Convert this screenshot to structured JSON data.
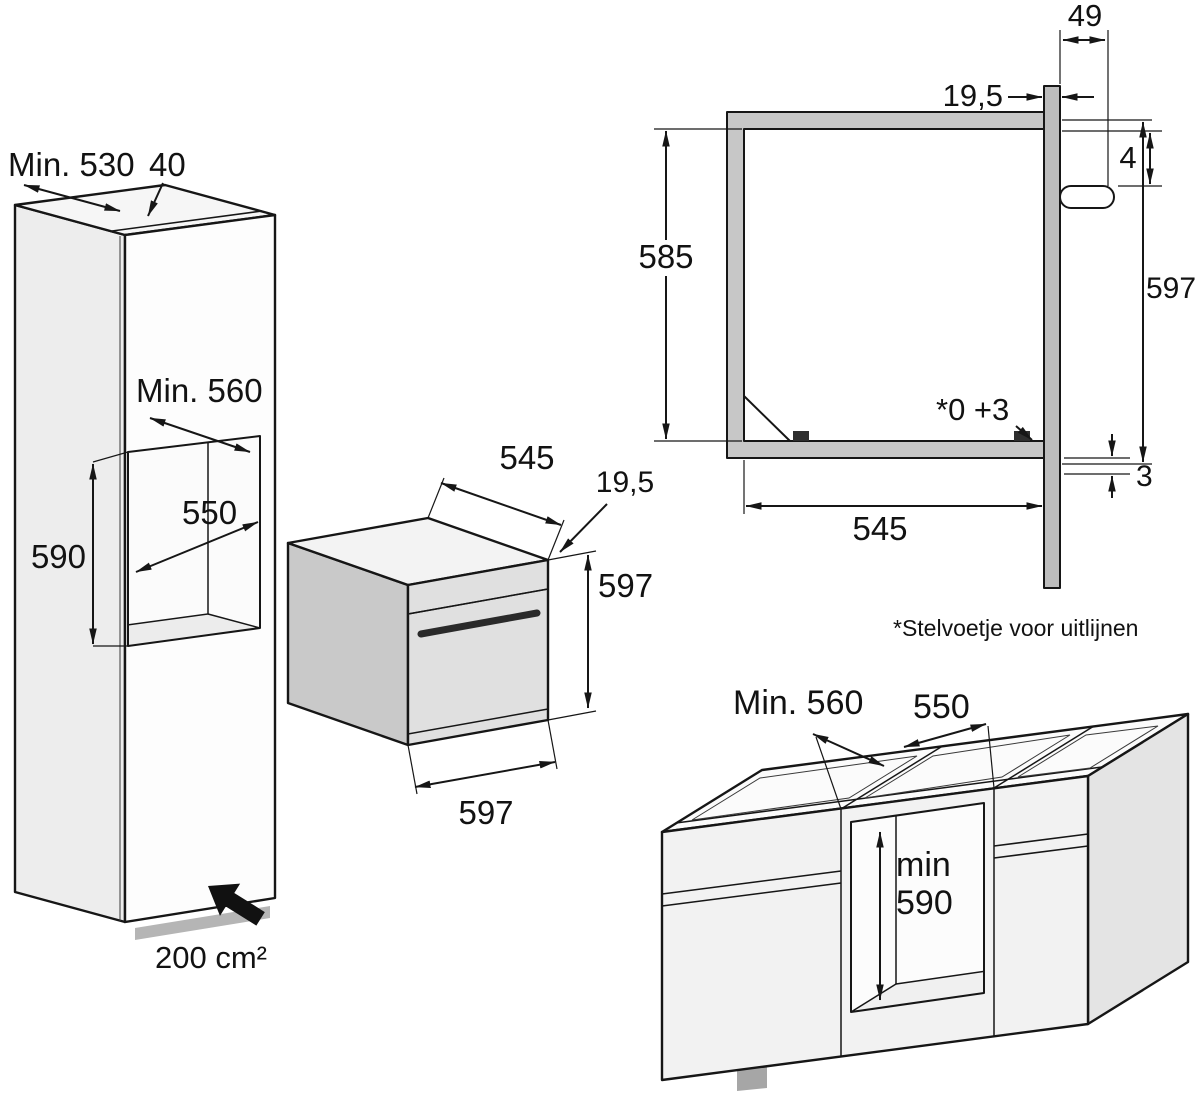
{
  "figures": {
    "tall_cabinet": {
      "depth_min": "Min. 530",
      "top_rail": "40",
      "niche_depth_min": "Min. 560",
      "niche_width": "550",
      "niche_height": "590",
      "ventilation_area": "200 cm²"
    },
    "oven": {
      "body_depth": "545",
      "flange_depth": "19,5",
      "front_height": "597",
      "front_width": "597"
    },
    "front_view": {
      "bracket_reach": "49",
      "panel_overlap": "19,5",
      "top_clearance": "4",
      "niche_height": "585",
      "oven_height": "597",
      "tolerance": "*0 +3",
      "bottom_adjust": "3",
      "niche_width": "545"
    },
    "base_cabinet": {
      "niche_depth_min": "Min. 560",
      "niche_width": "550",
      "niche_height_word": "min",
      "niche_height_value": "590"
    },
    "footnote": "*Stelvoetje voor uitlijnen"
  }
}
